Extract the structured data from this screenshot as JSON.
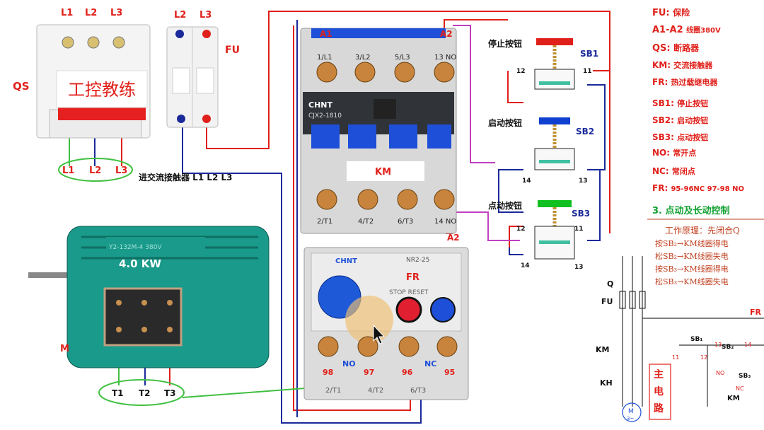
{
  "breaker": {
    "top_labels": [
      "L1",
      "L2",
      "L3"
    ],
    "name": "QS",
    "sticker": "工控教练",
    "bottom_labels": [
      "L1",
      "L2",
      "L3"
    ]
  },
  "fuse": {
    "top_labels": [
      "L2",
      "L3"
    ],
    "name": "FU"
  },
  "contactor": {
    "brand": "CHNT",
    "model": "CJX2-1810",
    "name": "KM",
    "coil_labels": [
      "A1",
      "A2",
      "A2"
    ],
    "top_terminals": [
      "1/L1",
      "3/L2",
      "5/L3",
      "13 NO"
    ],
    "bottom_terminals": [
      "2/T1",
      "4/T2",
      "6/T3",
      "14 NO"
    ]
  },
  "overload": {
    "brand": "CHNT",
    "model": "NR2-25",
    "name": "FR",
    "buttons": "STOP RESET",
    "contact_numbers": [
      "98",
      "97",
      "96",
      "95"
    ],
    "contact_types": [
      "NO",
      "NC"
    ],
    "load_terminals": [
      "2/T1",
      "4/T2",
      "6/T3"
    ]
  },
  "caption_incoming": "进交流接触器 L1 L2 L3",
  "motor": {
    "power": "4.0 KW",
    "name": "M",
    "terminals": [
      "T1",
      "T2",
      "T3"
    ],
    "plate_text": "Y2-132M-4 380V"
  },
  "buttons": [
    {
      "title": "停止按钮",
      "code": "SB1",
      "left": "12",
      "right": "11",
      "cap_color": "#e0201a"
    },
    {
      "title": "启动按钮",
      "code": "SB2",
      "left": "14",
      "right": "13",
      "cap_color": "#1040d0"
    },
    {
      "title": "点动按钮",
      "code": "SB3",
      "left_top": "12",
      "right_top": "11",
      "left_bottom": "14",
      "right_bottom": "13",
      "cap_color": "#10c020"
    }
  ],
  "legend": [
    {
      "key": "FU:",
      "value": "保险"
    },
    {
      "key": "A1-A2",
      "value": "线圈380V"
    },
    {
      "key": "QS:",
      "value": "断路器"
    },
    {
      "key": "KM:",
      "value": "交流接触器"
    },
    {
      "key": "FR:",
      "value": "热过载继电器"
    },
    {
      "key": "SB1:",
      "value": "停止按钮"
    },
    {
      "key": "SB2:",
      "value": "启动按钮"
    },
    {
      "key": "SB3:",
      "value": "点动按钮"
    },
    {
      "key": "NO:",
      "value": "常开点"
    },
    {
      "key": "NC:",
      "value": "常闭点"
    },
    {
      "key": "FR:",
      "value": "95-96NC  97-98 NO"
    }
  ],
  "section_title": "3. 点动及长动控制",
  "principle_title": "工作原理：先闭合Q",
  "principle_lines": [
    "按SB₂→KM线圈得电",
    "松SB₂→KM线圈失电",
    "按SB₃→KM线圈得电",
    "松SB₃→KM线圈失电"
  ],
  "schematic": {
    "labels": [
      "Q",
      "FU",
      "KM",
      "KH",
      "M",
      "3~",
      "FR",
      "SB₁",
      "SB₂",
      "SB₃",
      "KM",
      "主",
      "电",
      "路",
      "11",
      "12",
      "13",
      "14",
      "NO",
      "NC"
    ]
  },
  "colors": {
    "wire_red": "#e0201a",
    "wire_blue": "#1a2a9a",
    "wire_green": "#40c040",
    "wire_purple": "#c040c0",
    "motor": "#1a9a8a",
    "contactor_blue": "#1e4fd8"
  }
}
